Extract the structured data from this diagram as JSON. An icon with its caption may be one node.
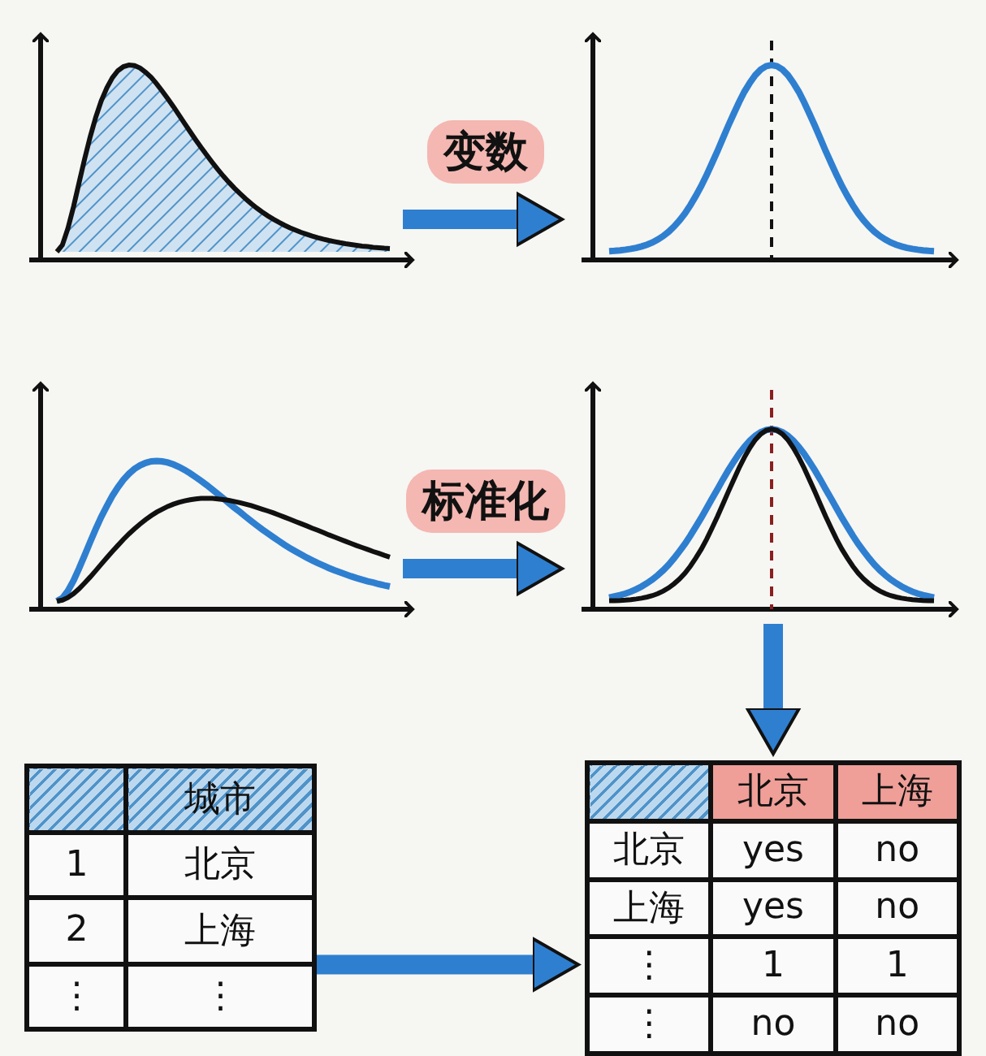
{
  "diagram": {
    "nodes": [
      {
        "text": [],
        "shape": "picture"
      },
      {
        "text": [],
        "shape": "picture"
      },
      {
        "text": [],
        "shape": "picture"
      },
      {
        "text": [],
        "shape": "picture"
      },
      {
        "text": [
          "城市",
          "1",
          "北京",
          "2",
          "上海",
          "⋮",
          "⋮"
        ]
      },
      {
        "text": [
          "北京",
          "上海",
          "北京",
          "yes",
          "no",
          "上海",
          "yes",
          "no",
          "⋮",
          "1",
          "1",
          "⋮",
          "no",
          "no"
        ]
      }
    ],
    "edges": [
      {
        "from": 0,
        "to": 1,
        "arrow": "to",
        "label": "变数"
      },
      {
        "from": 2,
        "to": 3,
        "arrow": "to",
        "label": "标准化"
      },
      {
        "from": 3,
        "to": 5,
        "arrow": "to"
      },
      {
        "from": 4,
        "to": 5,
        "arrow": "to"
      }
    ]
  }
}
